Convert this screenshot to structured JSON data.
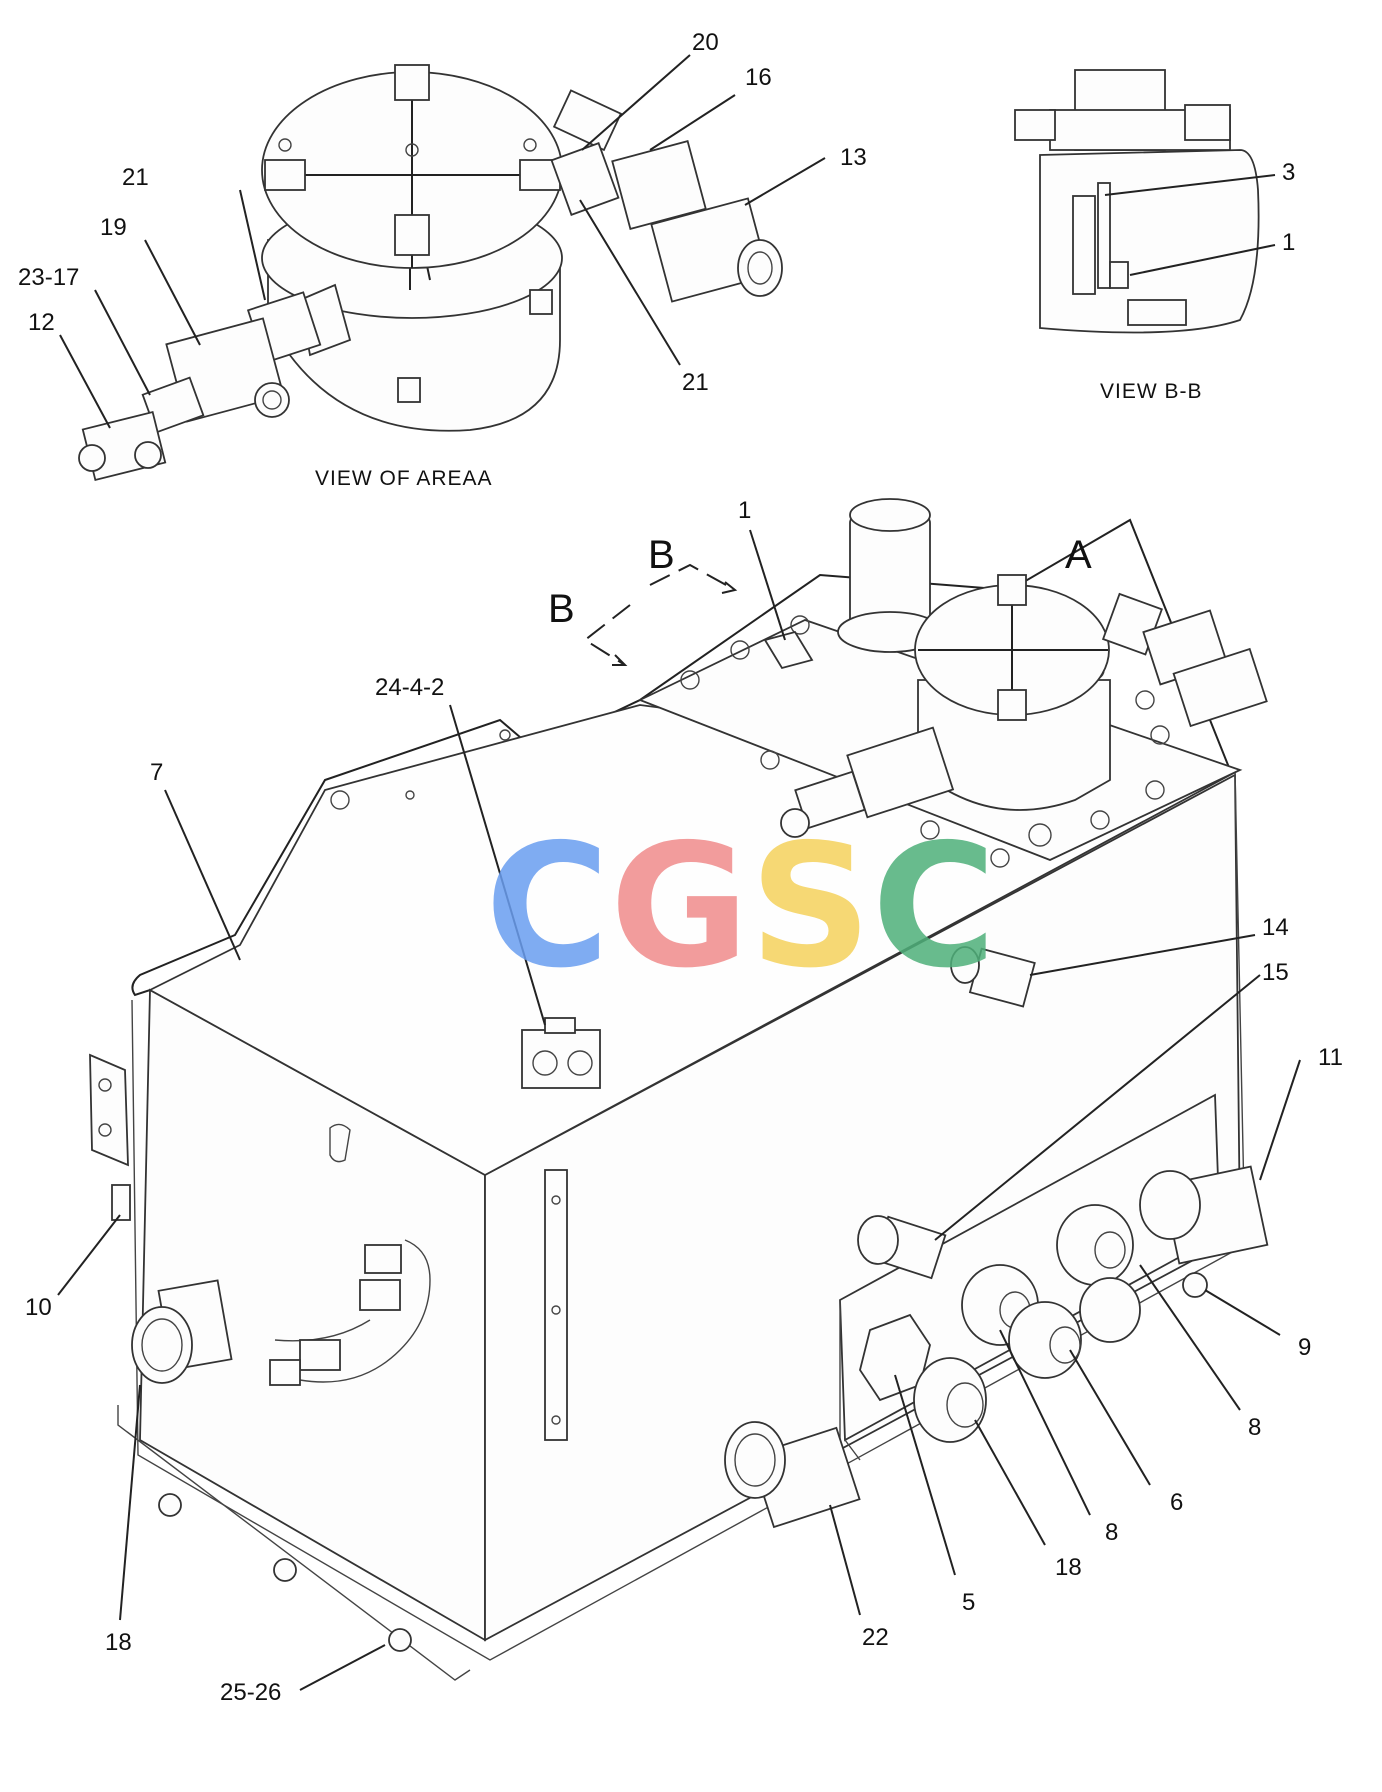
{
  "captions": {
    "view_area_a": "VIEW OF AREAA",
    "view_b_b": "VIEW  B-B"
  },
  "section_labels": {
    "b_left": "B",
    "b_right": "B",
    "a": "A"
  },
  "watermark": {
    "text": "CGSC",
    "colors": [
      "#6a9ef0",
      "#f08c8c",
      "#f5d25c",
      "#4fb07a"
    ]
  },
  "callouts": {
    "c20": "20",
    "c16": "16",
    "c13": "13",
    "c21a": "21",
    "c19": "19",
    "c23_17": "23-17",
    "c12": "12",
    "c21b": "21",
    "c3": "3",
    "c1a": "1",
    "c1b": "1",
    "c24_4_2": "24-4-2",
    "c7": "7",
    "c14": "14",
    "c15": "15",
    "c11": "11",
    "c10": "10",
    "c9": "9",
    "c8a": "8",
    "c6": "6",
    "c8b": "8",
    "c18a": "18",
    "c5": "5",
    "c22": "22",
    "c18b": "18",
    "c25_26": "25-26"
  }
}
